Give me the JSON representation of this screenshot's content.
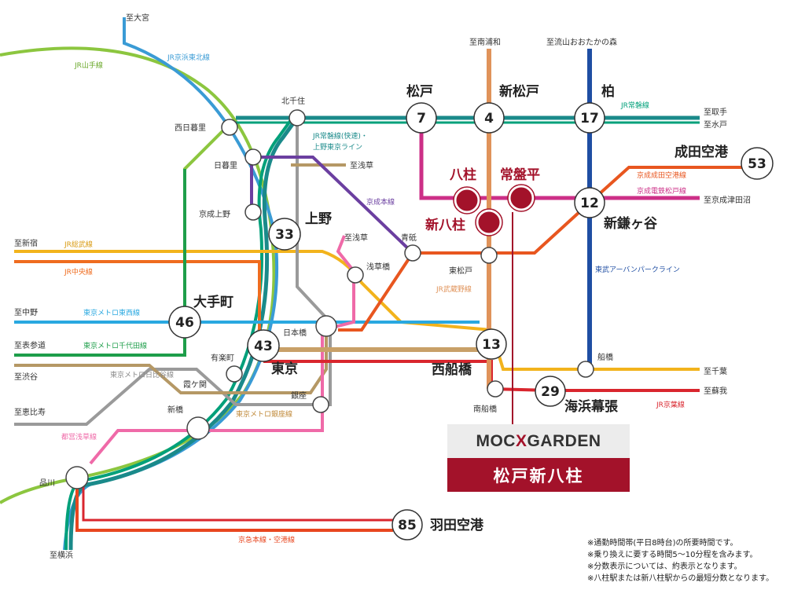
{
  "colors": {
    "yamanote": "#8cc63f",
    "keihin": "#3a9bd5",
    "joban": "#00a07a",
    "chuo_r": "#ef6c1f",
    "sobu": "#f2b31c",
    "tozai": "#29a8e0",
    "chiyoda": "#1e9e4a",
    "hibiya": "#9a9a9a",
    "ginza": "#c8a068",
    "asakusa": "#ef6aa8",
    "keisei": "#6b3fa0",
    "musashino": "#e0935a",
    "tobu": "#1f4ea3",
    "shinkeisei": "#cc2f87",
    "narita": "#e8561f",
    "keiyo": "#d9262e",
    "keikyu": "#e8461f",
    "accent": "#a3122a"
  },
  "stations": {
    "matsudo": "松戸",
    "shinmatsudo": "新松戸",
    "kashiwa": "柏",
    "yabashira": "八柱",
    "tokiwadaira": "常盤平",
    "shinyabashira": "新八柱",
    "narita_airport": "成田空港",
    "shinkamagaya": "新鎌ヶ谷",
    "ueno": "上野",
    "otemachi": "大手町",
    "tokyo": "東京",
    "nishifunabashi": "西船橋",
    "kaihinmakuhari": "海浜幕張",
    "haneda": "羽田空港",
    "kitasenju": "北千住",
    "nishinippori": "西日暮里",
    "nippori": "日暮里",
    "keiseiueno": "京成上野",
    "aoto": "青砥",
    "asakusabashi": "浅草橋",
    "higashimatsudo": "東松戸",
    "nihonbashi": "日本橋",
    "yurakucho": "有楽町",
    "kasumigaseki": "霞ケ関",
    "ginza": "銀座",
    "shinbashi": "新橋",
    "shinagawa": "品川",
    "funabashi": "船橋",
    "minamifunabashi": "南船橋"
  },
  "minutes": {
    "matsudo": "7",
    "shinmatsudo": "4",
    "kashiwa": "17",
    "narita_airport": "53",
    "shinkamagaya": "12",
    "ueno": "33",
    "otemachi": "46",
    "tokyo": "43",
    "nishifunabashi": "13",
    "kaihinmakuhari": "29",
    "haneda": "85"
  },
  "destinations": {
    "omiya": "至大宮",
    "minamiurawa": "至南浦和",
    "nagareyama": "至流山おおたかの森",
    "toride": "至取手",
    "mito": "至水戸",
    "narita_yukawa": "至京成津田沼",
    "asakusa1": "至浅草",
    "asakusa2": "至浅草",
    "shinjuku": "至新宿",
    "nakano": "至中野",
    "omotesando": "至表参道",
    "shibuya": "至渋谷",
    "ebisu": "至恵比寿",
    "yokohama": "至横浜",
    "chiba": "至千葉",
    "soga": "至蘇我"
  },
  "lines": {
    "yamanote": "JR山手線",
    "keihin": "JR京浜東北線",
    "joban": "JR常磐線",
    "joban_rapid": "JR常磐線(快速)・",
    "ueno_tokyo": "上野東京ライン",
    "keisei_main": "京成本線",
    "sobu": "JR総武線",
    "chuo": "JR中央線",
    "tozai": "東京メトロ東西線",
    "chiyoda": "東京メトロ千代田線",
    "hibiya": "東京メトロ日比谷線",
    "ginza": "東京メトロ銀座線",
    "asakusa": "都営浅草線",
    "musashino": "JR武蔵野線",
    "narita_sky": "京成成田空港線",
    "shinkeisei": "京成電鉄松戸線",
    "tobu": "東武アーバンパークライン",
    "keiyo": "JR京葉線",
    "keikyu": "京急本線・空港線"
  },
  "brand": {
    "logo_left": "MOC",
    "logo_x": "X",
    "logo_right": " GARDEN",
    "property": "松戸新八柱"
  },
  "notes": [
    "※通勤時間帯(平日8時台)の所要時間です。",
    "※乗り換えに要する時間5～10分程を含みます。",
    "※分数表示については、約表示となります。",
    "※八柱駅または新八柱駅からの最短分数となります。"
  ]
}
